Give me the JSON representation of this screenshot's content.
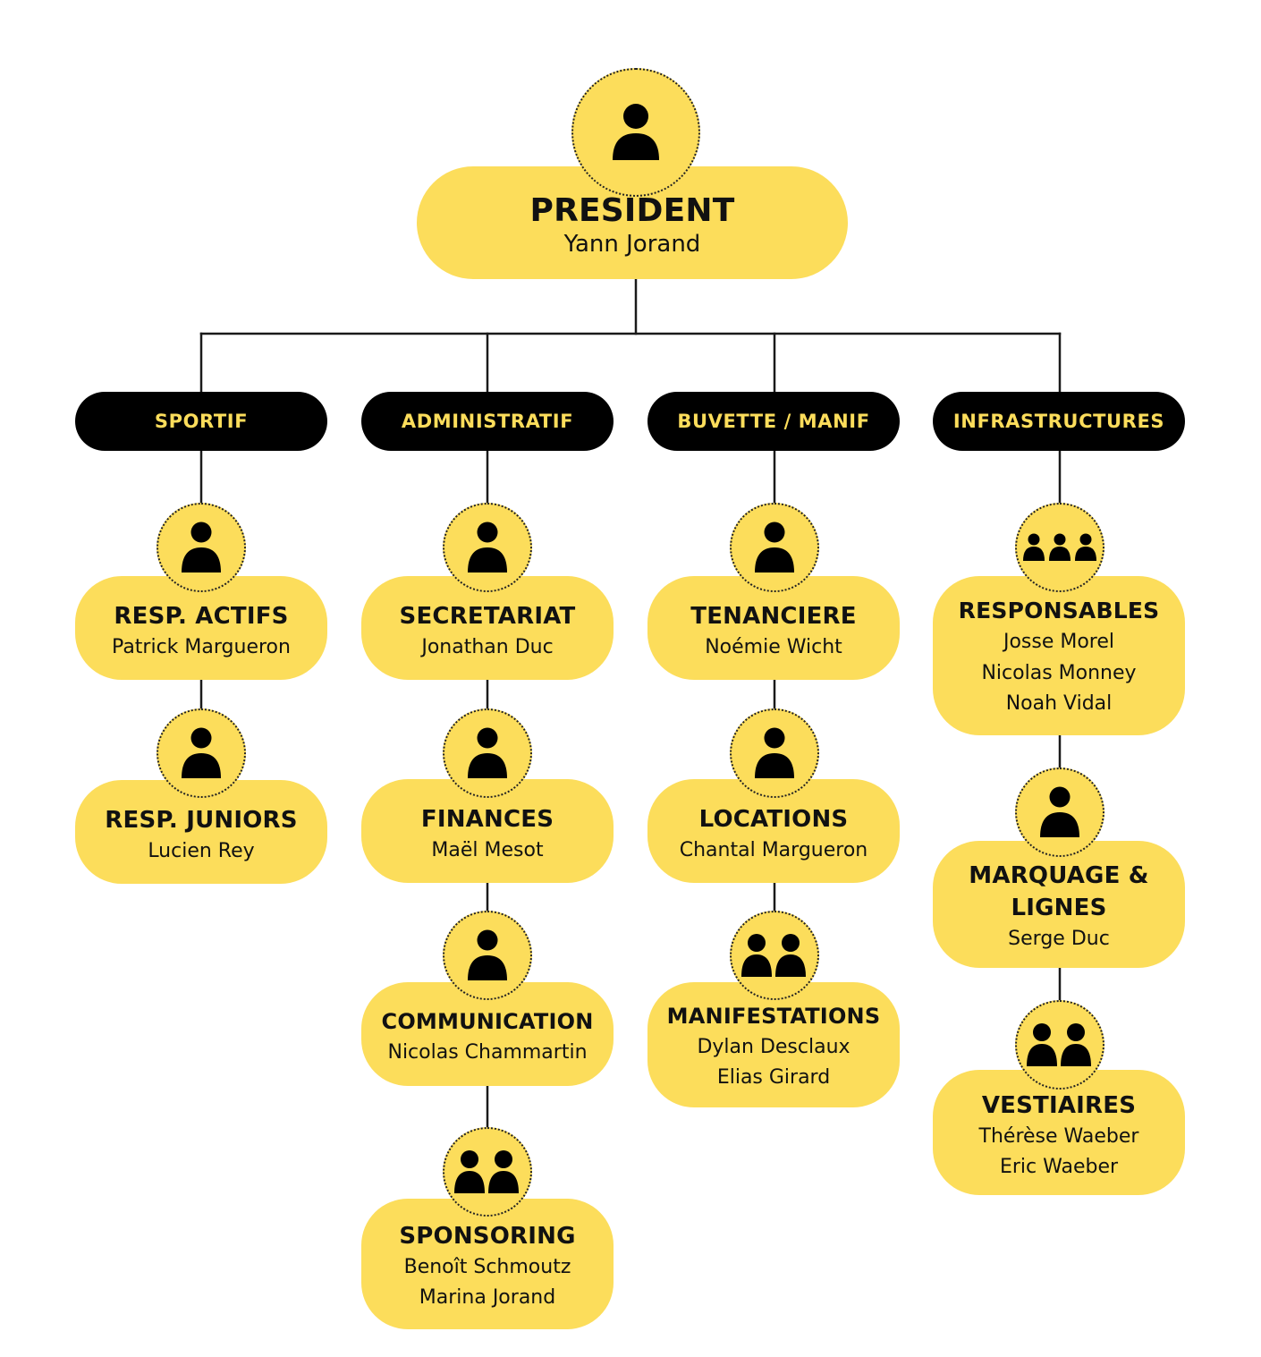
{
  "colors": {
    "accent_yellow": "#FCDD5B",
    "pill_black": "#000000",
    "line": "#1a1a1a"
  },
  "president": {
    "title": "PRESIDENT",
    "name": "Yann Jorand",
    "icon": "person-icon"
  },
  "departments": [
    {
      "label": "SPORTIF",
      "roles": [
        {
          "title": "RESP. ACTIFS",
          "names": [
            "Patrick Margueron"
          ],
          "icon": "person-icon"
        },
        {
          "title": "RESP. JUNIORS",
          "names": [
            "Lucien Rey"
          ],
          "icon": "person-icon"
        }
      ]
    },
    {
      "label": "ADMINISTRATIF",
      "roles": [
        {
          "title": "SECRETARIAT",
          "names": [
            "Jonathan Duc"
          ],
          "icon": "person-icon"
        },
        {
          "title": "FINANCES",
          "names": [
            "Maël Mesot"
          ],
          "icon": "person-icon"
        },
        {
          "title": "COMMUNICATION",
          "names": [
            "Nicolas Chammartin"
          ],
          "icon": "person-icon"
        },
        {
          "title": "SPONSORING",
          "names": [
            "Benoît Schmoutz",
            "Marina Jorand"
          ],
          "icon": "two-people-icon"
        }
      ]
    },
    {
      "label": "BUVETTE / MANIF",
      "roles": [
        {
          "title": "TENANCIERE",
          "names": [
            "Noémie Wicht"
          ],
          "icon": "person-icon"
        },
        {
          "title": "LOCATIONS",
          "names": [
            "Chantal Margueron"
          ],
          "icon": "person-icon"
        },
        {
          "title": "MANIFESTATIONS",
          "names": [
            "Dylan Desclaux",
            "Elias Girard"
          ],
          "icon": "two-people-icon"
        }
      ]
    },
    {
      "label": "INFRASTRUCTURES",
      "roles": [
        {
          "title": "RESPONSABLES",
          "names": [
            "Josse Morel",
            "Nicolas Monney",
            "Noah Vidal"
          ],
          "icon": "three-people-icon"
        },
        {
          "title": "MARQUAGE & LIGNES",
          "names": [
            "Serge Duc"
          ],
          "icon": "person-icon"
        },
        {
          "title": "VESTIAIRES",
          "names": [
            "Thérèse Waeber",
            "Eric Waeber"
          ],
          "icon": "two-people-icon"
        }
      ]
    }
  ]
}
